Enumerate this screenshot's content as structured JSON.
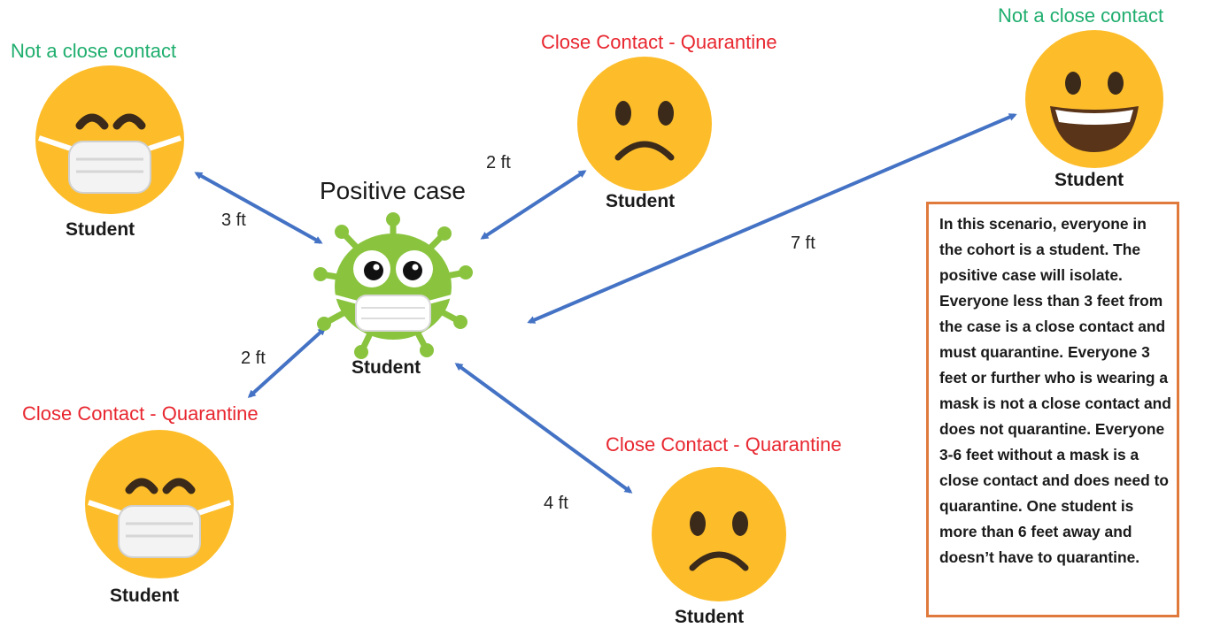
{
  "colors": {
    "arrow": "#4472c4",
    "not_close": "#1fae6e",
    "close": "#e8262f",
    "border": "#e07a3c",
    "face": "#fdbd2a",
    "virus": "#8ac43f"
  },
  "center": {
    "title": "Positive case",
    "caption": "Student",
    "icon": "virus-icon"
  },
  "students": [
    {
      "status": "Not a close contact",
      "caption": "Student",
      "icon": "masked-face-icon"
    },
    {
      "status": "Close Contact - Quarantine",
      "caption": "Student",
      "icon": "frowning-face-icon"
    },
    {
      "status": "Not a close contact",
      "caption": "Student",
      "icon": "grinning-face-icon"
    },
    {
      "status": "Close Contact - Quarantine",
      "caption": "Student",
      "icon": "masked-face-icon"
    },
    {
      "status": "Close Contact - Quarantine",
      "caption": "Student",
      "icon": "frowning-face-icon"
    }
  ],
  "distances": {
    "top_left": "3 ft",
    "top_middle": "2 ft",
    "right": "7 ft",
    "bottom_left": "2 ft",
    "bottom_middle": "4 ft"
  },
  "info": "In this scenario, everyone in the cohort is a student. The positive case will isolate. Everyone less than 3 feet from the case is a close contact and must quarantine. Everyone 3 feet or further who is wearing a mask is not a close contact and does not quarantine. Everyone 3-6 feet without a mask is a close contact and does need to quarantine. One student is more than 6 feet away and doesn’t have to quarantine."
}
